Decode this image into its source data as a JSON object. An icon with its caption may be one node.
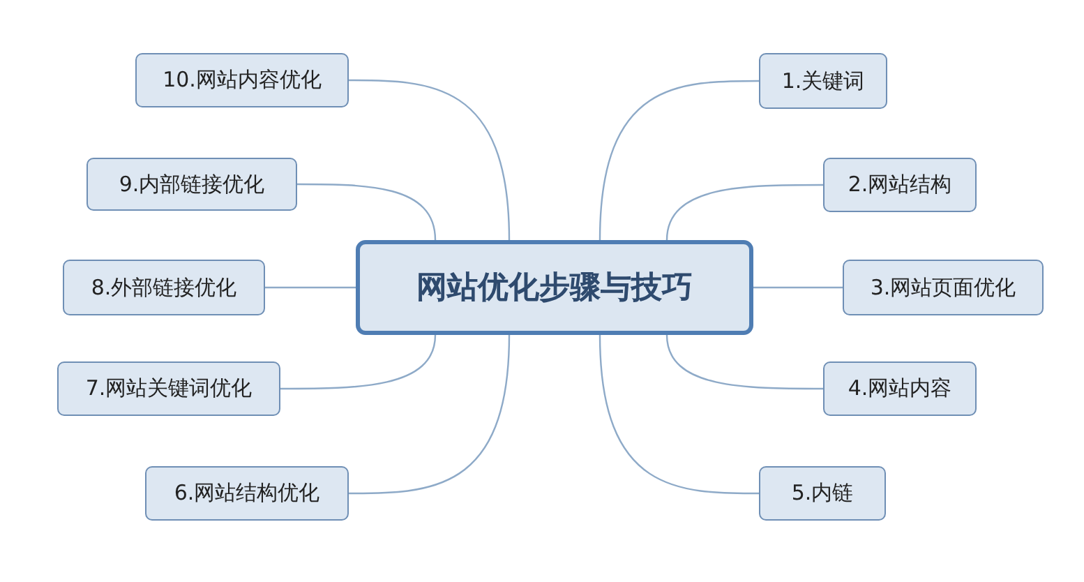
{
  "diagram": {
    "nodes": [
      {
        "text": [
          "网站优化步骤与技巧"
        ]
      },
      {
        "text": [
          "1.关键词"
        ]
      },
      {
        "text": [
          "2.网站结构"
        ]
      },
      {
        "text": [
          "3.网站页面优化"
        ]
      },
      {
        "text": [
          "4.网站内容"
        ]
      },
      {
        "text": [
          "5.内链"
        ]
      },
      {
        "text": [
          "6.网站结构优化"
        ]
      },
      {
        "text": [
          "7.网站关键词优化"
        ]
      },
      {
        "text": [
          "8.外部链接优化"
        ]
      },
      {
        "text": [
          "9.内部链接优化"
        ]
      },
      {
        "text": [
          "10.网站内容优化"
        ]
      }
    ],
    "edges": [
      {
        "from": 0,
        "to": 1,
        "arrow": "none"
      },
      {
        "from": 0,
        "to": 2,
        "arrow": "none"
      },
      {
        "from": 0,
        "to": 3,
        "arrow": "none"
      },
      {
        "from": 0,
        "to": 4,
        "arrow": "none"
      },
      {
        "from": 0,
        "to": 5,
        "arrow": "none"
      },
      {
        "from": 0,
        "to": 6,
        "arrow": "none"
      },
      {
        "from": 0,
        "to": 7,
        "arrow": "none"
      },
      {
        "from": 0,
        "to": 8,
        "arrow": "none"
      },
      {
        "from": 0,
        "to": 9,
        "arrow": "none"
      },
      {
        "from": 0,
        "to": 10,
        "arrow": "none"
      }
    ]
  }
}
